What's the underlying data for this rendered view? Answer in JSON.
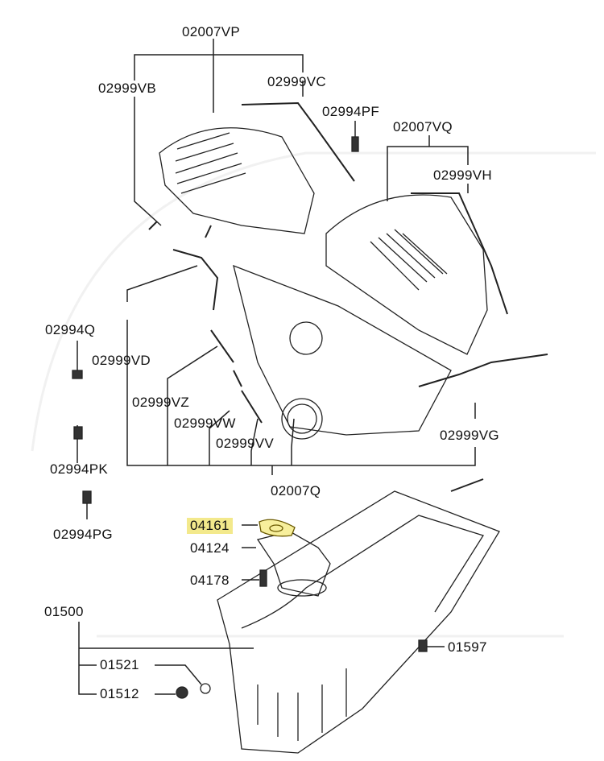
{
  "highlight_color": "#f3e98c",
  "labels": {
    "p02007VP": "02007VP",
    "p02999VB": "02999VB",
    "p02999VC": "02999VC",
    "p02994PF": "02994PF",
    "p02007VQ": "02007VQ",
    "p02999VH": "02999VH",
    "p02994Q": "02994Q",
    "p02999VD": "02999VD",
    "p02999VZ": "02999VZ",
    "p02999VW": "02999VW",
    "p02999VV": "02999VV",
    "p02999VG": "02999VG",
    "p02994PK": "02994PK",
    "p02007Q": "02007Q",
    "p02994PG": "02994PG",
    "p04161": "04161",
    "p04124": "04124",
    "p04178": "04178",
    "p01500": "01500",
    "p01521": "01521",
    "p01512": "01512",
    "p01597": "01597"
  }
}
